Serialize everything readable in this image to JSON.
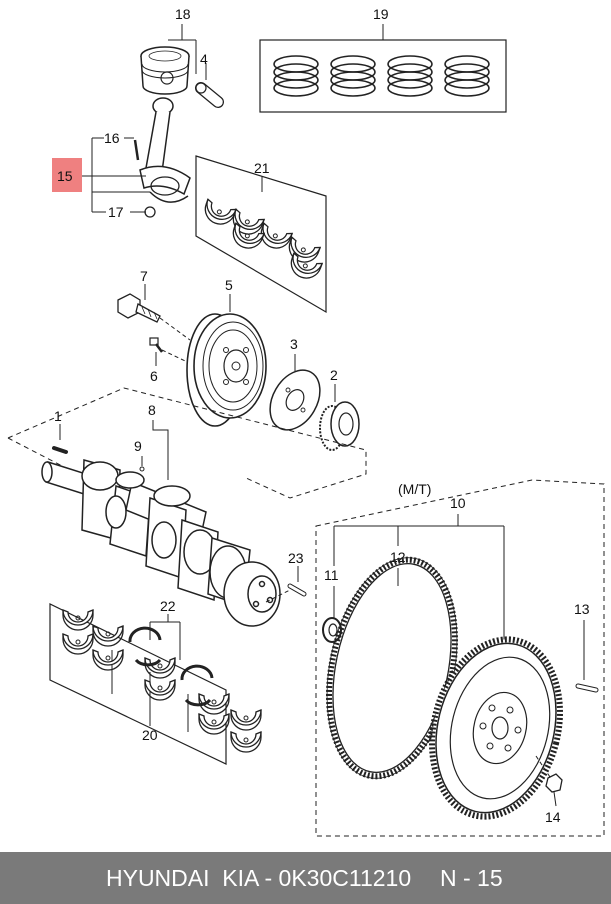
{
  "diagram": {
    "variant_label": "(M/T)",
    "labels": {
      "p1": "1",
      "p2": "2",
      "p3": "3",
      "p4": "4",
      "p5": "5",
      "p6": "6",
      "p7": "7",
      "p8": "8",
      "p9": "9",
      "p10": "10",
      "p11": "11",
      "p12": "12",
      "p13": "13",
      "p14": "14",
      "p15": "15",
      "p16": "16",
      "p17": "17",
      "p18": "18",
      "p19": "19",
      "p20": "20",
      "p21": "21",
      "p22": "22",
      "p23": "23"
    },
    "highlight_color": "#ef8080"
  },
  "footer": {
    "part_text": "HYUNDAI  KIA - 0K30C11210",
    "page_ref": "N - 15",
    "bg_color": "#7a7a7a"
  }
}
